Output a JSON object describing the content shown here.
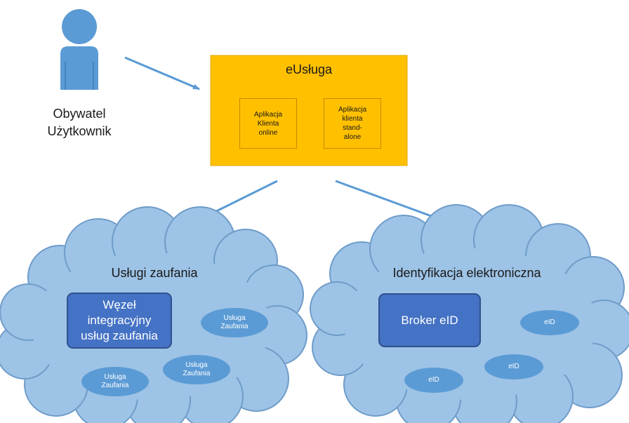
{
  "colors": {
    "person": "#5b9bd5",
    "eusluga_box": "#ffc000",
    "cloud_fill": "#9dc3e6",
    "cloud_stroke": "#6f9cc9",
    "node_box": "#4472c4",
    "ellipse": "#5b9bd5",
    "arrow": "#5b9bd5"
  },
  "user": {
    "icon": "person-icon",
    "label": "Obywatel\nUżytkownik"
  },
  "eusluga": {
    "title": "eUsługa",
    "apps": [
      {
        "label": "Aplikacja\nKlienta\nonline"
      },
      {
        "label": "Aplikacja\nklienta\nstand-\nalone"
      }
    ]
  },
  "trust_cloud": {
    "title": "Usługi zaufania",
    "node": "Węzeł\nintegracyjny\nusług zaufania",
    "services": [
      {
        "label": "Usługa\nZaufania"
      },
      {
        "label": "Usługa\nZaufania"
      },
      {
        "label": "Usługa\nZaufania"
      }
    ]
  },
  "eid_cloud": {
    "title": "Identyfikacja elektroniczna",
    "node": "Broker eID",
    "items": [
      {
        "label": "eID"
      },
      {
        "label": "eID"
      },
      {
        "label": "eID"
      }
    ]
  }
}
